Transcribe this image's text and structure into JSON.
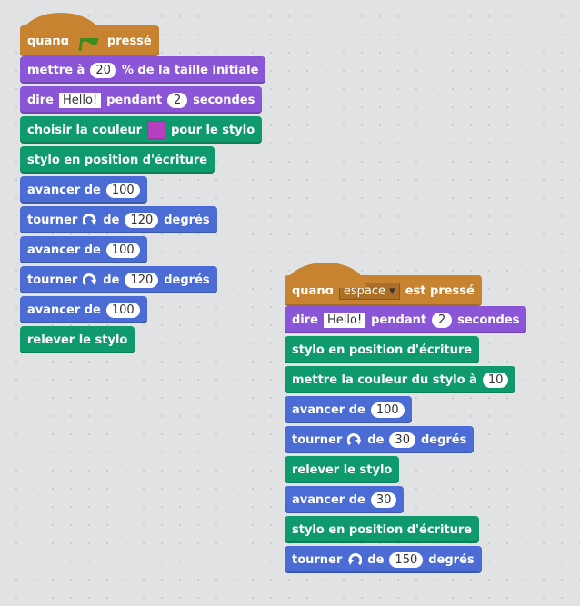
{
  "colors": {
    "events": "#c88330",
    "looks": "#8a55d7",
    "pen": "#0e9a6c",
    "motion": "#4a6cd4",
    "pen_color": "#b83fc0"
  },
  "scripts": [
    {
      "name": "green-flag-script",
      "blocks": [
        {
          "cat": "events",
          "hat": true,
          "parts": [
            {
              "t": "quand"
            },
            {
              "icon": "green-flag"
            },
            {
              "t": "pressé"
            }
          ]
        },
        {
          "cat": "looks",
          "parts": [
            {
              "t": "mettre à"
            },
            {
              "n": "20"
            },
            {
              "t": "% de la taille initiale"
            }
          ]
        },
        {
          "cat": "looks",
          "parts": [
            {
              "t": "dire"
            },
            {
              "s": "Hello!"
            },
            {
              "t": "pendant"
            },
            {
              "n": "2"
            },
            {
              "t": "secondes"
            }
          ]
        },
        {
          "cat": "pen",
          "parts": [
            {
              "t": "choisir la couleur"
            },
            {
              "c": "pen_color"
            },
            {
              "t": "pour le stylo"
            }
          ]
        },
        {
          "cat": "pen",
          "parts": [
            {
              "t": "stylo en position d'écriture"
            }
          ]
        },
        {
          "cat": "motion",
          "parts": [
            {
              "t": "avancer de"
            },
            {
              "n": "100"
            }
          ]
        },
        {
          "cat": "motion",
          "parts": [
            {
              "t": "tourner"
            },
            {
              "icon": "rotate-clockwise"
            },
            {
              "t": "de"
            },
            {
              "n": "120"
            },
            {
              "t": "degrés"
            }
          ]
        },
        {
          "cat": "motion",
          "parts": [
            {
              "t": "avancer de"
            },
            {
              "n": "100"
            }
          ]
        },
        {
          "cat": "motion",
          "parts": [
            {
              "t": "tourner"
            },
            {
              "icon": "rotate-clockwise"
            },
            {
              "t": "de"
            },
            {
              "n": "120"
            },
            {
              "t": "degrés"
            }
          ]
        },
        {
          "cat": "motion",
          "parts": [
            {
              "t": "avancer de"
            },
            {
              "n": "100"
            }
          ]
        },
        {
          "cat": "pen",
          "parts": [
            {
              "t": "relever le stylo"
            }
          ]
        }
      ]
    },
    {
      "name": "key-press-script",
      "blocks": [
        {
          "cat": "events",
          "hat": true,
          "parts": [
            {
              "t": "quand"
            },
            {
              "dd": "espace"
            },
            {
              "t": "est pressé"
            }
          ]
        },
        {
          "cat": "looks",
          "parts": [
            {
              "t": "dire"
            },
            {
              "s": "Hello!"
            },
            {
              "t": "pendant"
            },
            {
              "n": "2"
            },
            {
              "t": "secondes"
            }
          ]
        },
        {
          "cat": "pen",
          "parts": [
            {
              "t": "stylo en position d'écriture"
            }
          ]
        },
        {
          "cat": "pen",
          "parts": [
            {
              "t": "mettre la couleur du stylo à"
            },
            {
              "n": "10"
            }
          ]
        },
        {
          "cat": "motion",
          "parts": [
            {
              "t": "avancer de"
            },
            {
              "n": "100"
            }
          ]
        },
        {
          "cat": "motion",
          "parts": [
            {
              "t": "tourner"
            },
            {
              "icon": "rotate-clockwise"
            },
            {
              "t": "de"
            },
            {
              "n": "30"
            },
            {
              "t": "degrés"
            }
          ]
        },
        {
          "cat": "pen",
          "parts": [
            {
              "t": "relever le stylo"
            }
          ]
        },
        {
          "cat": "motion",
          "parts": [
            {
              "t": "avancer de"
            },
            {
              "n": "30"
            }
          ]
        },
        {
          "cat": "pen",
          "parts": [
            {
              "t": "stylo en position d'écriture"
            }
          ]
        },
        {
          "cat": "motion",
          "parts": [
            {
              "t": "tourner"
            },
            {
              "icon": "rotate-counterclockwise"
            },
            {
              "t": "de"
            },
            {
              "n": "150"
            },
            {
              "t": "degrés"
            }
          ]
        }
      ]
    }
  ]
}
